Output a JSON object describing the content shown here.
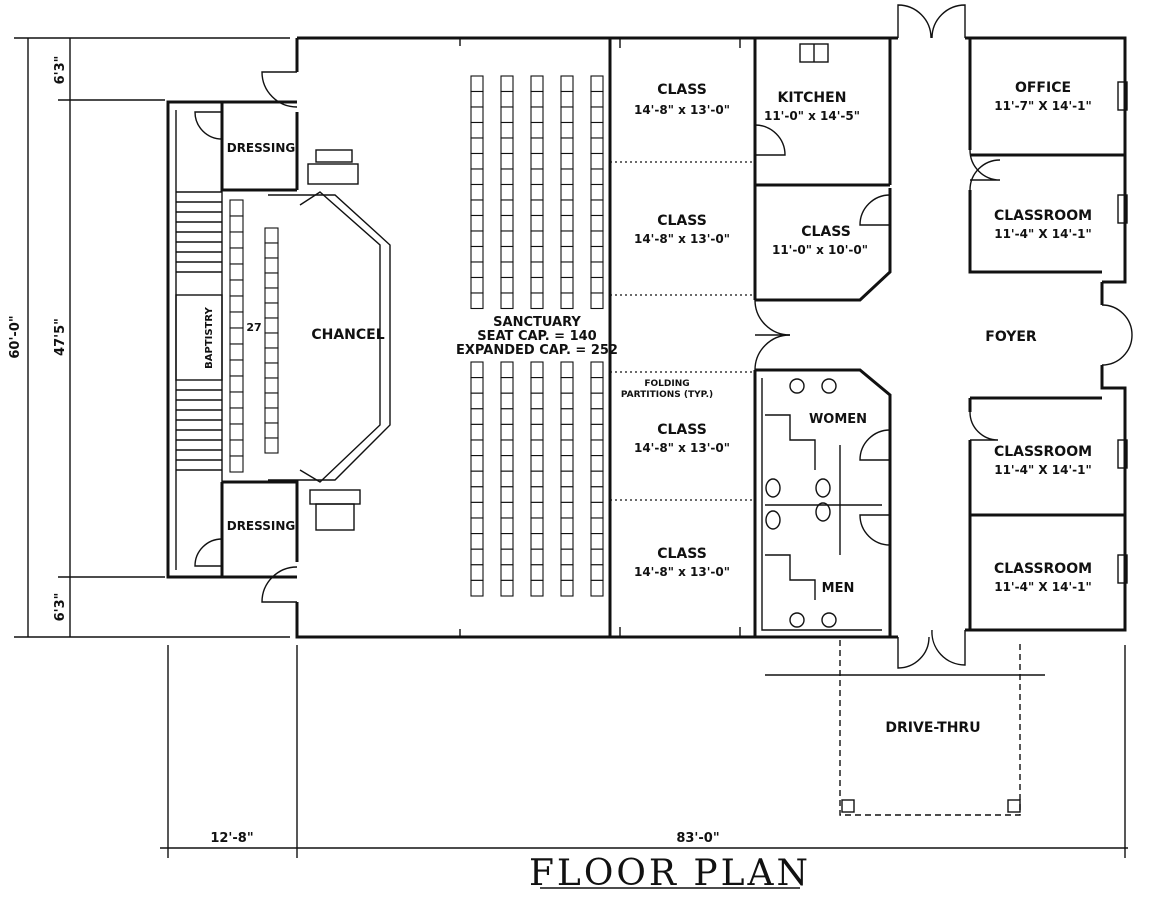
{
  "title": "FLOOR PLAN",
  "rooms": {
    "class_1": {
      "name": "CLASS",
      "size": "14'-8\" x 13'-0\""
    },
    "class_2": {
      "name": "CLASS",
      "size": "14'-8\" x 13'-0\""
    },
    "class_3": {
      "name": "CLASS",
      "size": "14'-8\" x 13'-0\""
    },
    "class_4": {
      "name": "CLASS",
      "size": "14'-8\" x 13'-0\""
    },
    "kitchen": {
      "name": "KITCHEN",
      "size": "11'-0\" x 14'-5\""
    },
    "class_small": {
      "name": "CLASS",
      "size": "11'-0\" x 10'-0\""
    },
    "office": {
      "name": "OFFICE",
      "size": "11'-7\" X 14'-1\""
    },
    "classroom_1": {
      "name": "CLASSROOM",
      "size": "11'-4\" X 14'-1\""
    },
    "classroom_2": {
      "name": "CLASSROOM",
      "size": "11'-4\" X 14'-1\""
    },
    "classroom_3": {
      "name": "CLASSROOM",
      "size": "11'-4\" X 14'-1\""
    },
    "dressing_top": {
      "name": "DRESSING"
    },
    "dressing_bottom": {
      "name": "DRESSING"
    },
    "baptistry": {
      "name": "BAPTISTRY"
    },
    "chancel": {
      "name": "CHANCEL"
    },
    "foyer": {
      "name": "FOYER"
    },
    "women": {
      "name": "WOMEN"
    },
    "men": {
      "name": "MEN"
    },
    "drive_thru": {
      "name": "DRIVE-THRU"
    }
  },
  "sanctuary": {
    "name": "SANCTUARY",
    "seat_cap": "SEAT CAP. = 140",
    "expanded_cap": "EXPANDED CAP. = 252"
  },
  "notes": {
    "folding_1": "FOLDING",
    "folding_2": "PARTITIONS (TYP.)",
    "choir_count": "27"
  },
  "dimensions": {
    "total_depth": "60'-0\"",
    "inner_depth": "47'5\"",
    "top_offset": "6'3\"",
    "bottom_offset": "6'3\"",
    "left_width": "12'-8\"",
    "main_width": "83'-0\""
  }
}
